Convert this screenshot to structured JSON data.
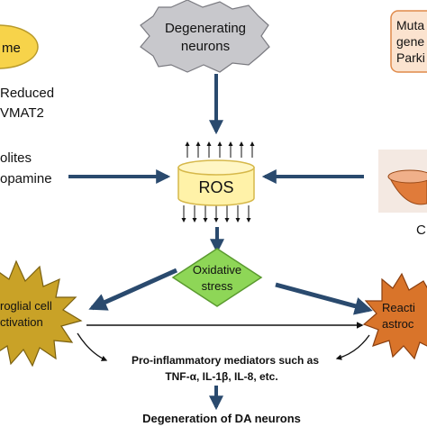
{
  "nodes": {
    "left_ellipse": {
      "text": "me",
      "color": "#f7d34a",
      "stroke": "#b89a2a"
    },
    "left_text_1": {
      "line1": "Reduced",
      "line2": "VMAT2"
    },
    "left_text_2": {
      "line1": "olites",
      "line2": "opamine"
    },
    "degenerating_neurons": {
      "line1": "Degenerating",
      "line2": "neurons",
      "color": "#c8c8cc",
      "stroke": "#7a7a80"
    },
    "mutation_box": {
      "line1": "Muta",
      "line2": "gene",
      "line3": "Parki",
      "color": "#fbe3cf",
      "stroke": "#e08a4a"
    },
    "ros": {
      "text": "ROS",
      "color": "#fff2a8",
      "stroke": "#d6b84a"
    },
    "oxidative_stress": {
      "line1": "Oxidative",
      "line2": "stress",
      "color": "#8ed657",
      "stroke": "#5a9a2f"
    },
    "microglial": {
      "line1": "roglial cell",
      "line2": "ctivation",
      "color": "#c9a227",
      "stroke": "#7a6010"
    },
    "reactive_astro": {
      "line1": "Reacti",
      "line2": "astroc",
      "color": "#d9742a",
      "stroke": "#8a3f10"
    },
    "right_icon_label": {
      "text": "C",
      "color": "#e07b3a"
    },
    "inflammatory": {
      "line1": "Pro-inflammatory mediators such as",
      "line2": "TNF-α, IL-1β, IL-8, etc."
    },
    "degeneration": {
      "text": "Degeneration of DA neurons"
    }
  },
  "colors": {
    "arrow": "#2a4a6e",
    "line": "#111111"
  }
}
